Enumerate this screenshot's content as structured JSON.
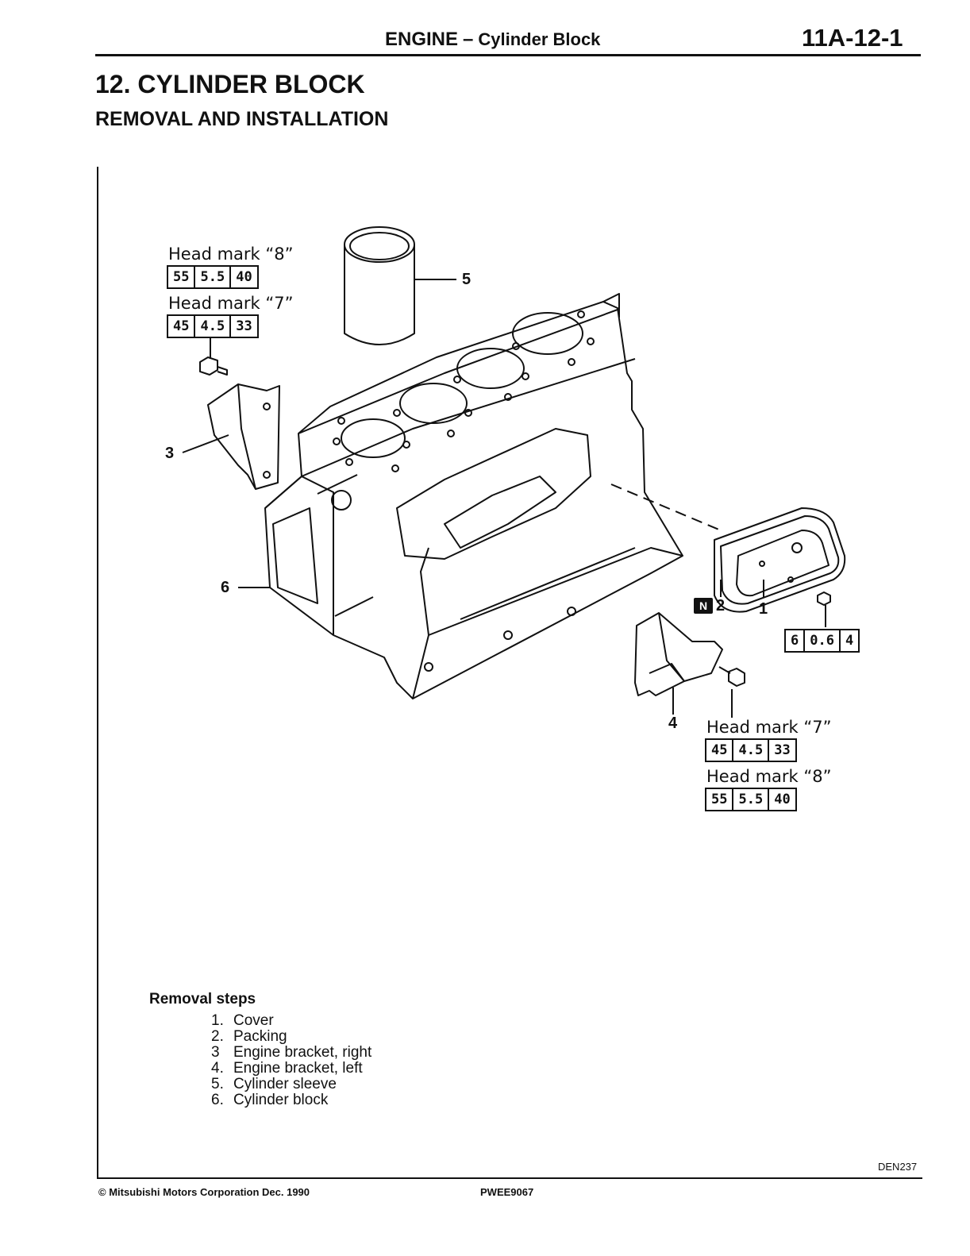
{
  "header": {
    "section": "ENGINE",
    "separator": "–",
    "subsection": "Cylinder Block",
    "page_number": "11A-12-1"
  },
  "section_title": "12. CYLINDER BLOCK",
  "section_subtitle": "REMOVAL AND INSTALLATION",
  "callouts": {
    "top_left": [
      {
        "label": "Head mark “8”",
        "torque": [
          "55",
          "5.5",
          "40"
        ]
      },
      {
        "label": "Head mark “7”",
        "torque": [
          "45",
          "4.5",
          "33"
        ]
      }
    ],
    "bottom_right": [
      {
        "label": "Head mark “7”",
        "torque": [
          "45",
          "4.5",
          "33"
        ]
      },
      {
        "label": "Head mark “8”",
        "torque": [
          "55",
          "5.5",
          "40"
        ]
      }
    ],
    "cover_bolt_torque": [
      "6",
      "0.6",
      "4"
    ],
    "new_part_badge": "N",
    "part_numbers": {
      "cover": "1",
      "packing": "2",
      "bracket_right": "3",
      "bracket_left": "4",
      "sleeve": "5",
      "block": "6"
    }
  },
  "removal_steps": {
    "heading": "Removal steps",
    "items": [
      {
        "num": "1.",
        "text": "Cover"
      },
      {
        "num": "2.",
        "text": "Packing"
      },
      {
        "num": "3",
        "text": "Engine bracket, right"
      },
      {
        "num": "4.",
        "text": "Engine bracket, left"
      },
      {
        "num": "5.",
        "text": "Cylinder sleeve"
      },
      {
        "num": "6.",
        "text": "Cylinder block"
      }
    ]
  },
  "diagram_code": "DEN237",
  "footer": {
    "copyright": "© Mitsubishi Motors Corporation   Dec. 1990",
    "doc_id": "PWEE9067"
  }
}
